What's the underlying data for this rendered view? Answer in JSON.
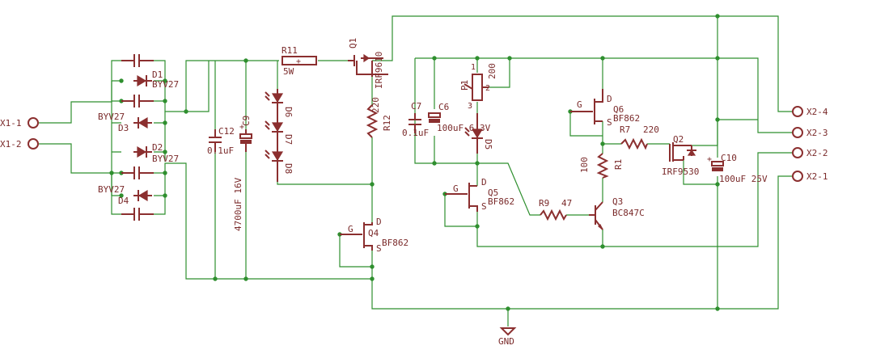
{
  "connectors": [
    {
      "id": "X1-1",
      "label": "X1-1"
    },
    {
      "id": "X1-2",
      "label": "X1-2"
    },
    {
      "id": "X2-4",
      "label": "X2-4"
    },
    {
      "id": "X2-3",
      "label": "X2-3"
    },
    {
      "id": "X2-2",
      "label": "X2-2"
    },
    {
      "id": "X2-1",
      "label": "X2-1"
    }
  ],
  "components": {
    "D1": {
      "name": "D1",
      "value": "BYV27"
    },
    "D2": {
      "name": "D2",
      "value": "BYV27"
    },
    "D3": {
      "name": "D3",
      "value": "BYV27"
    },
    "D4": {
      "name": "D4",
      "value": "BYV27"
    },
    "C12": {
      "name": "C12",
      "value": "0.1uF"
    },
    "C9": {
      "name": "C9",
      "value": "4700uF 16V"
    },
    "R11": {
      "name": "R11",
      "value": "5W"
    },
    "D6": {
      "name": "D6"
    },
    "D7": {
      "name": "D7"
    },
    "D8": {
      "name": "D8"
    },
    "Q1": {
      "name": "Q1",
      "value": "IRF9610"
    },
    "R12": {
      "name": "R12",
      "value": "220"
    },
    "Q4": {
      "name": "Q4",
      "value": "BF862"
    },
    "C7": {
      "name": "C7",
      "value": "0.1uF"
    },
    "C6": {
      "name": "C6",
      "value": "100uF 6.3V"
    },
    "P1": {
      "name": "P1",
      "value": "200",
      "pin1": "1",
      "pin2": "2",
      "pin3": "3"
    },
    "D5": {
      "name": "D5"
    },
    "Q5": {
      "name": "Q5",
      "value": "BF862"
    },
    "Q6": {
      "name": "Q6",
      "value": "BF862"
    },
    "R7": {
      "name": "R7",
      "value": "220"
    },
    "R1": {
      "name": "R1",
      "value": "100"
    },
    "R9": {
      "name": "R9",
      "value": "47"
    },
    "Q3": {
      "name": "Q3",
      "value": "BC847C"
    },
    "Q2": {
      "name": "Q2",
      "value": "IRF9530"
    },
    "C10": {
      "name": "C10",
      "value": "100uF 25V"
    }
  },
  "pin_labels": {
    "gate": "G",
    "drain": "D",
    "source": "S"
  },
  "ground": {
    "label": "GND"
  }
}
